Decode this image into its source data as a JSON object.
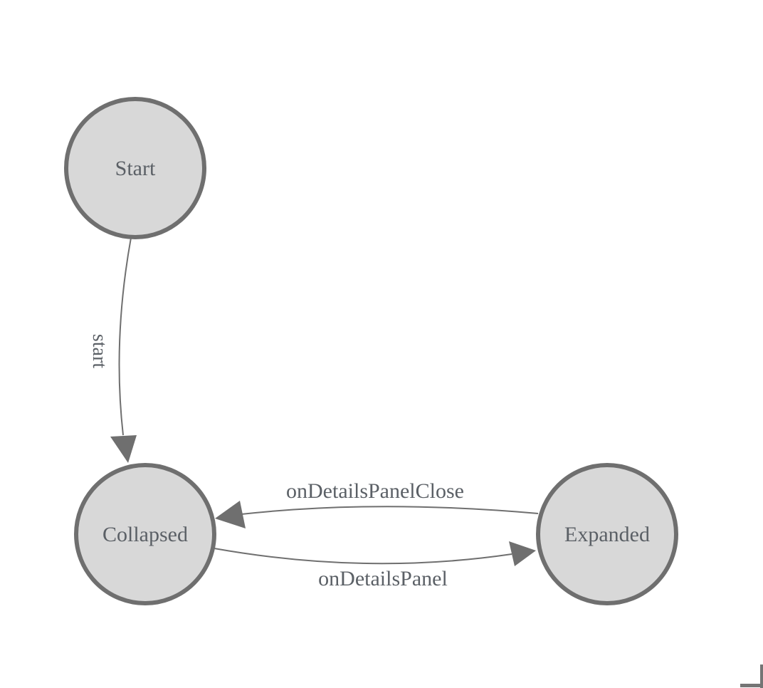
{
  "title": "State machine diagram",
  "colors": {
    "background": "#ffffff",
    "node_fill": "#d8d8d8",
    "node_border": "#6f6f6f",
    "edge": "#6f6f6f",
    "label": "#5b6066",
    "scrollbar": "#757575"
  },
  "diagram": {
    "nodes": [
      {
        "id": "start",
        "label": "Start"
      },
      {
        "id": "collapsed",
        "label": "Collapsed"
      },
      {
        "id": "expanded",
        "label": "Expanded"
      }
    ],
    "edges": [
      {
        "from": "Start",
        "to": "Collapsed",
        "label": "start"
      },
      {
        "from": "Expanded",
        "to": "Collapsed",
        "label": "onDetailsPanelClose"
      },
      {
        "from": "Collapsed",
        "to": "Expanded",
        "label": "onDetailsPanel"
      }
    ]
  }
}
